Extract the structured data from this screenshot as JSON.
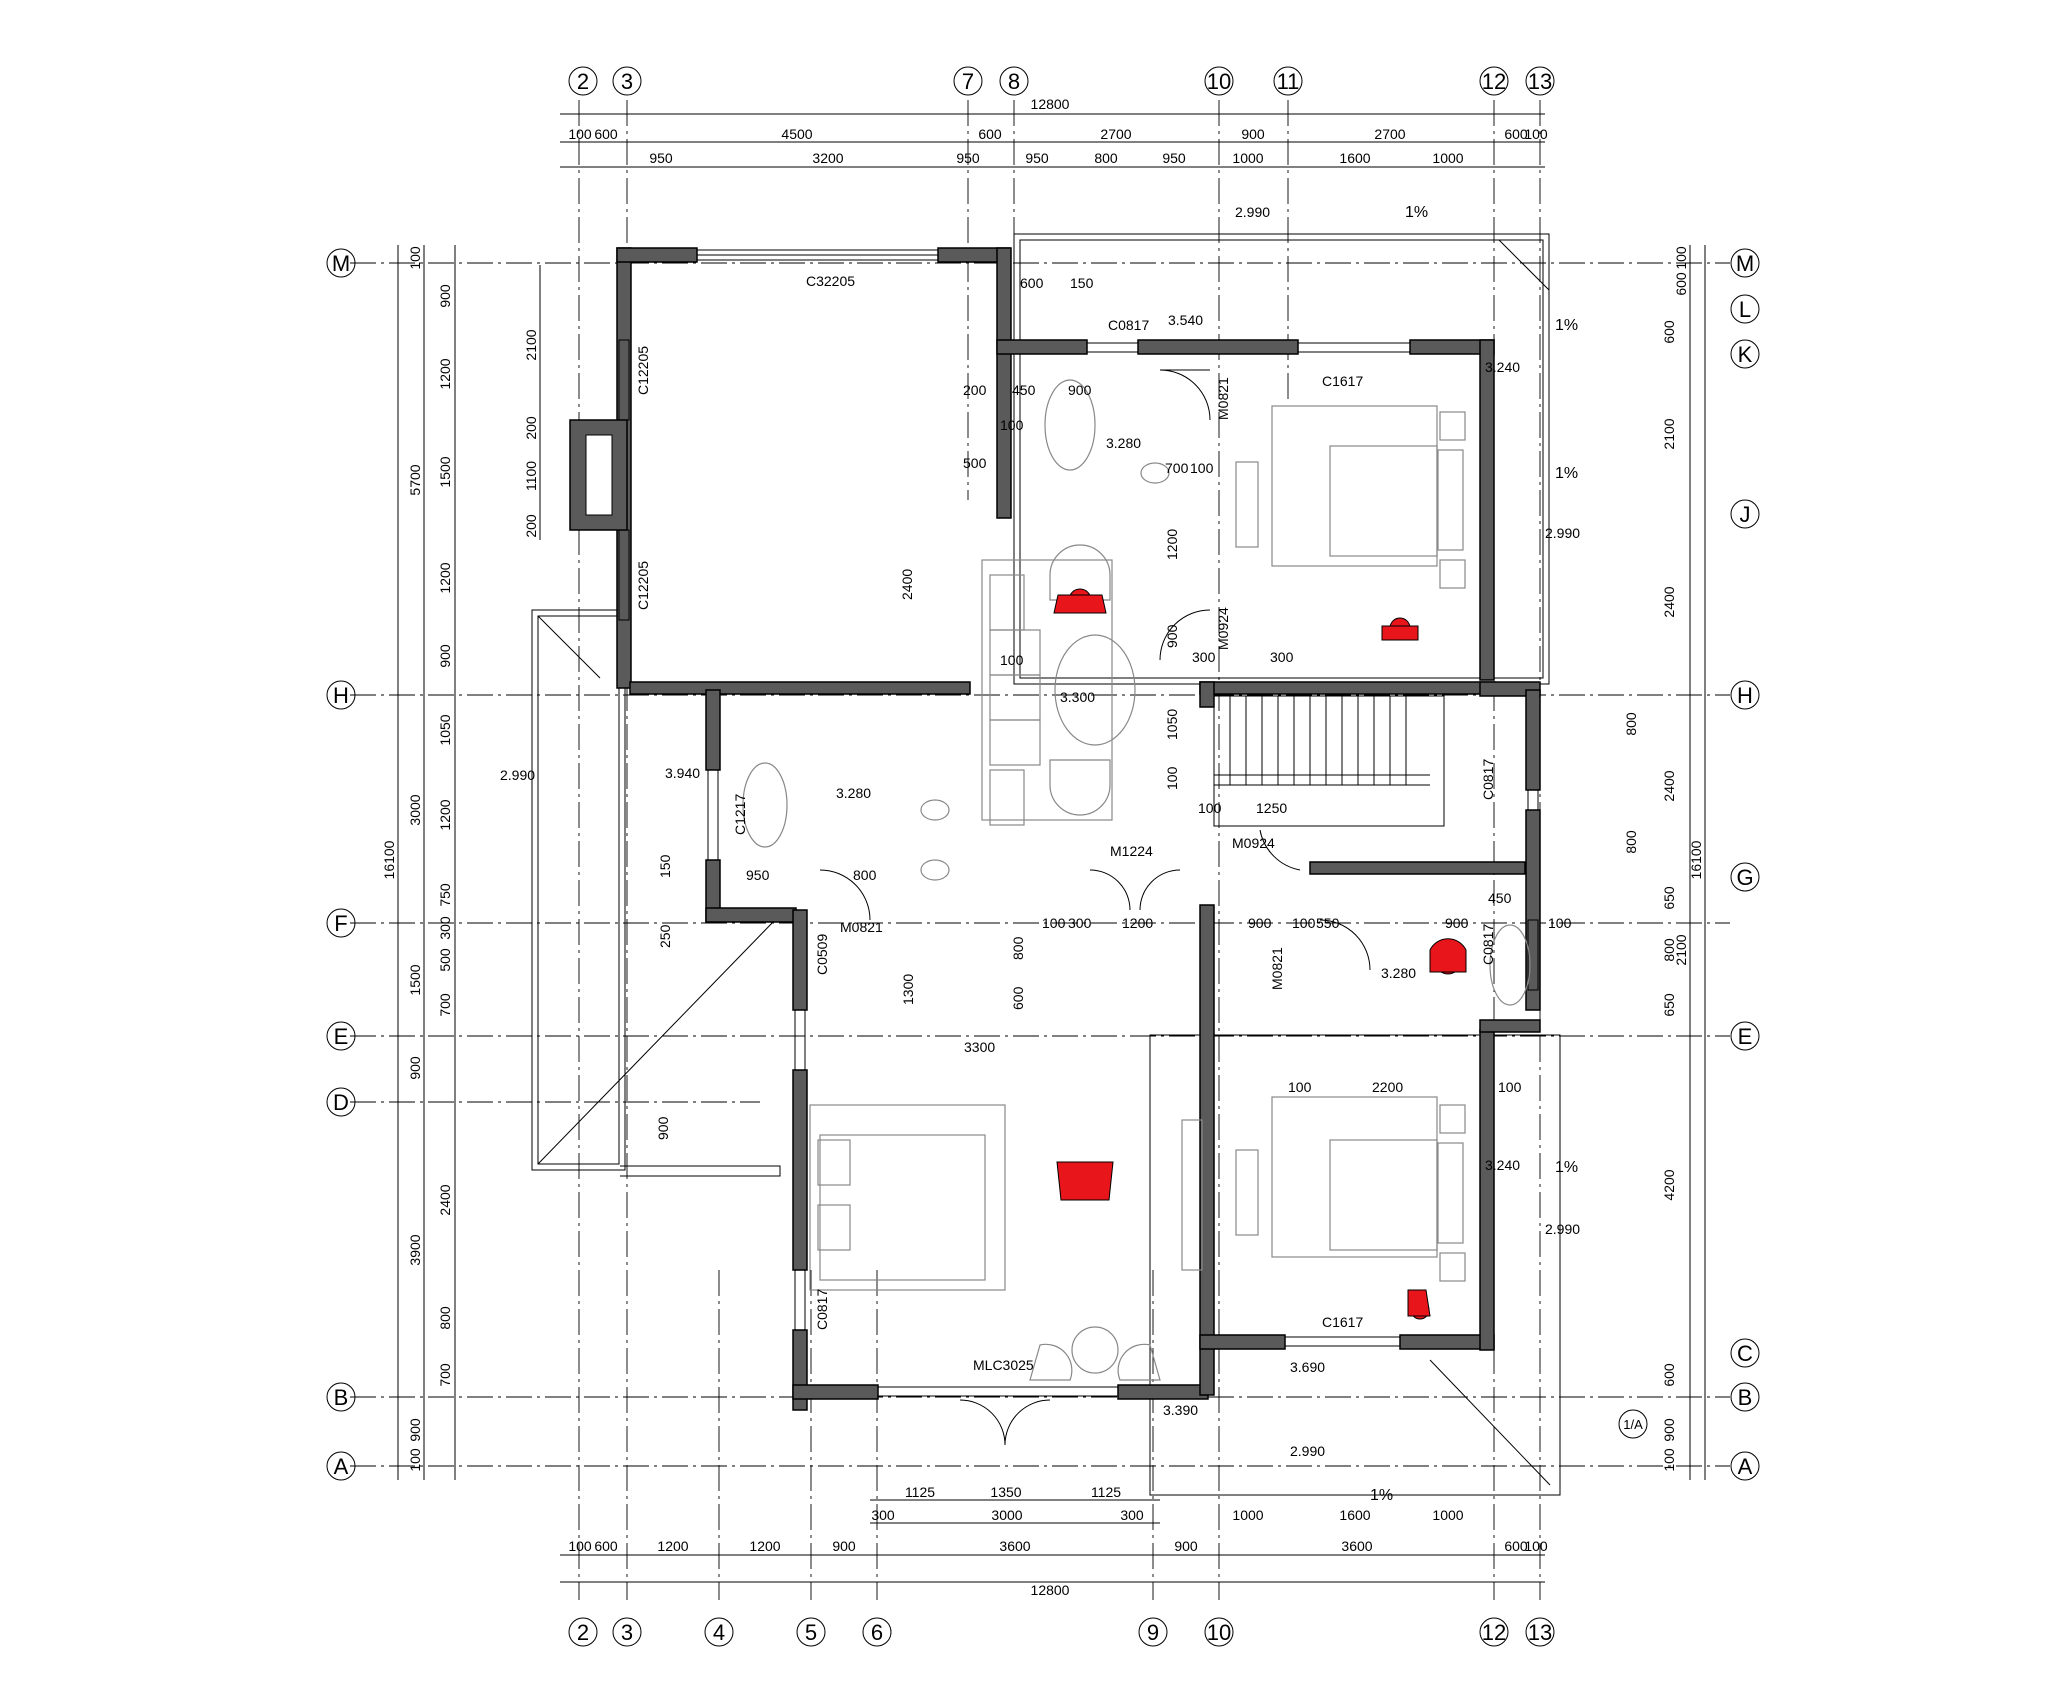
{
  "drawing": {
    "total_width": "12800",
    "total_depth": "16100"
  },
  "grid": {
    "top": [
      "2",
      "3",
      "7",
      "8",
      "10",
      "11",
      "12",
      "13"
    ],
    "bottom": [
      "2",
      "3",
      "4",
      "5",
      "6",
      "9",
      "10",
      "12",
      "13"
    ],
    "left": [
      "M",
      "H",
      "F",
      "E",
      "D",
      "B",
      "A"
    ],
    "right": [
      "M",
      "L",
      "K",
      "J",
      "H",
      "G",
      "E",
      "C",
      "B",
      "A"
    ],
    "special": "1/A"
  },
  "dims": {
    "top_row1": [
      "100",
      "600",
      "4500",
      "600",
      "2700",
      "900",
      "2700",
      "600",
      "100"
    ],
    "top_row2": [
      "950",
      "3200",
      "950",
      "950",
      "800",
      "950",
      "1000",
      "1600",
      "1000"
    ],
    "bottom_row1": [
      "1125",
      "1350",
      "1125"
    ],
    "bottom_row2": [
      "300",
      "3000",
      "300",
      "1000",
      "1600",
      "1000"
    ],
    "bottom_row3": [
      "100",
      "600",
      "1200",
      "1200",
      "900",
      "3600",
      "900",
      "3600",
      "600",
      "100"
    ],
    "left_outer": [
      "100",
      "5700",
      "3000",
      "1500",
      "900",
      "3900",
      "900",
      "100"
    ],
    "left_inner": [
      "900",
      "1200",
      "1500",
      "1200",
      "900",
      "1050",
      "1200",
      "750",
      "300",
      "500",
      "700",
      "2400",
      "800",
      "700"
    ],
    "left_mid": [
      "2100",
      "200",
      "1100",
      "200"
    ],
    "right_outer": [
      "100",
      "600",
      "600",
      "2100",
      "2400",
      "800",
      "2400",
      "800",
      "650",
      "800",
      "650",
      "2100",
      "4200",
      "600",
      "900",
      "100"
    ]
  },
  "labels": {
    "windows": [
      "C32205",
      "C12205",
      "C12205",
      "C0817",
      "C1617",
      "C1217",
      "C0509",
      "C0817",
      "C0817",
      "C0817",
      "C1617",
      "MLC3025"
    ],
    "doors": [
      "M0821",
      "M0924",
      "M1224",
      "M0924",
      "M0821",
      "M0821"
    ],
    "elevations": [
      "2.990",
      "3.540",
      "3.240",
      "3.280",
      "2.990",
      "3.300",
      "3.940",
      "2.990",
      "3.280",
      "3.280",
      "3.240",
      "2.990",
      "3.690",
      "3.390",
      "2.990"
    ],
    "slopes": [
      "1%",
      "1%",
      "1%",
      "1%",
      "1%"
    ],
    "misc": [
      "600",
      "150",
      "200",
      "450",
      "900",
      "100",
      "100",
      "500",
      "700",
      "100",
      "2400",
      "1200",
      "900",
      "300",
      "300",
      "100",
      "1250",
      "1050",
      "100",
      "950",
      "800",
      "1200",
      "300",
      "100",
      "900",
      "100",
      "550",
      "900",
      "450",
      "100",
      "3300",
      "2200",
      "900",
      "1300",
      "800",
      "600",
      "250",
      "150",
      "100",
      "100"
    ]
  }
}
